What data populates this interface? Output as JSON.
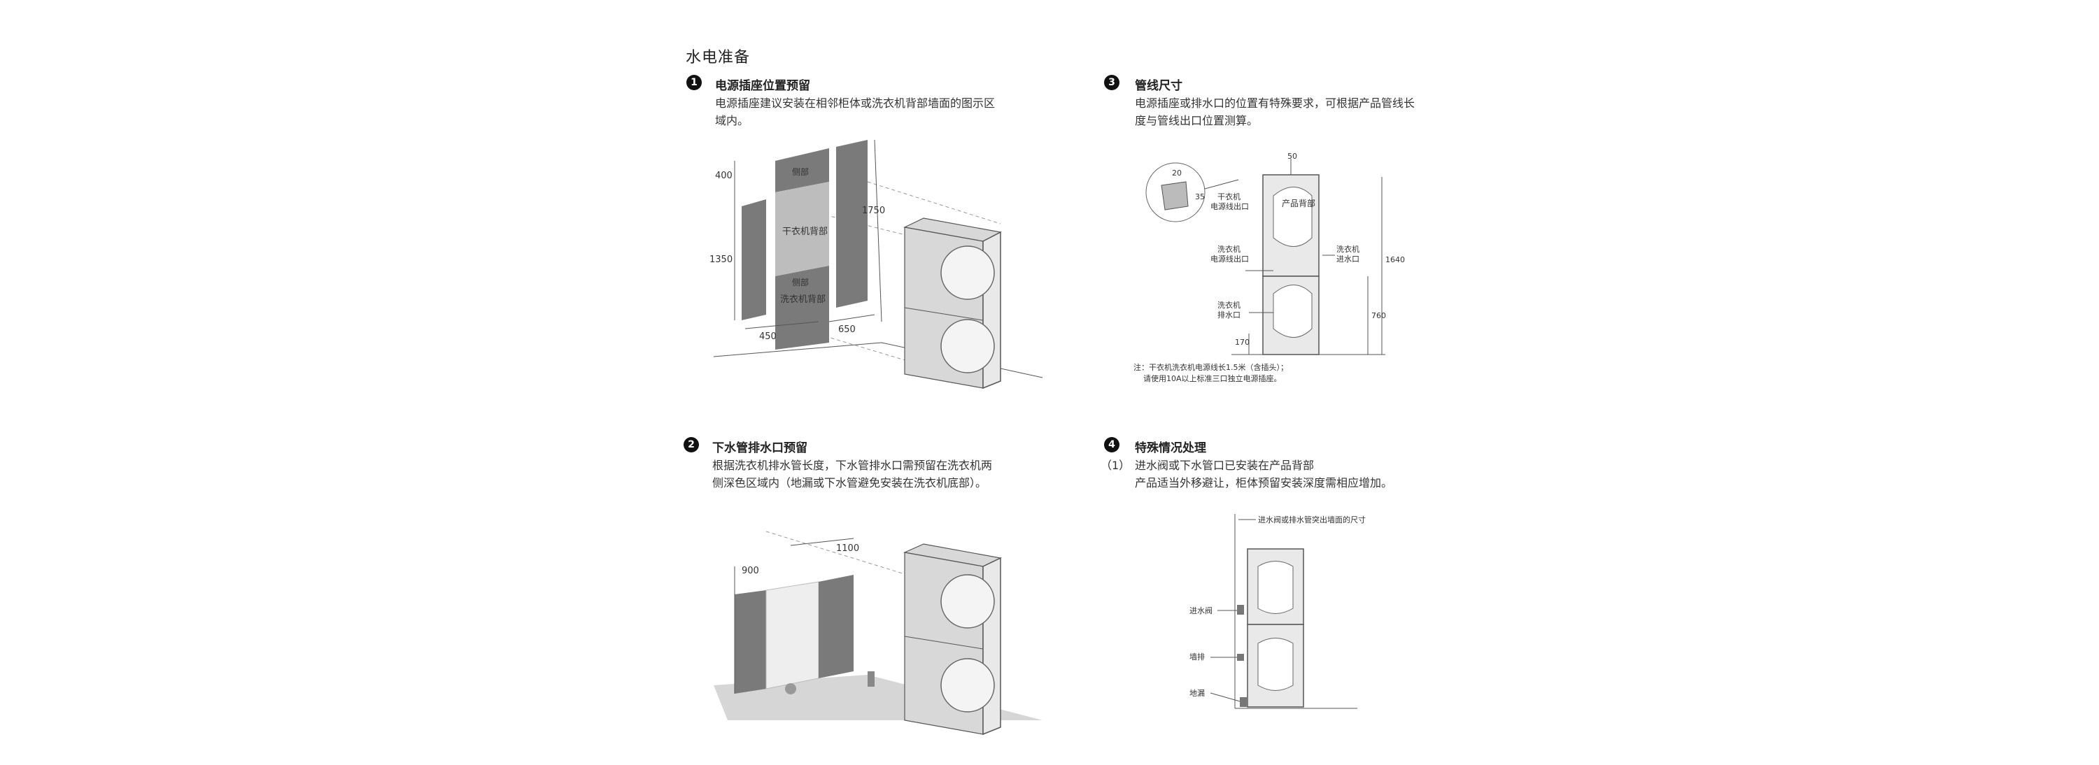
{
  "page_title": "水电准备",
  "sections": [
    {
      "num": "1",
      "title": "电源插座位置预留",
      "lines": [
        "电源插座建议安装在相邻柜体或洗衣机背部墙面的图示区",
        "域内。"
      ],
      "figure": {
        "dims": [
          "400",
          "1350",
          "450",
          "650",
          "1750"
        ],
        "labels": [
          "侧部",
          "干衣机背部",
          "侧部",
          "洗衣机背部"
        ]
      }
    },
    {
      "num": "2",
      "title": "下水管排水口预留",
      "lines": [
        "根据洗衣机排水管长度，下水管排水口需预留在洗衣机两",
        "侧深色区域内（地漏或下水管避免安装在洗衣机底部）。"
      ],
      "figure": {
        "dims": [
          "900",
          "1100"
        ]
      }
    },
    {
      "num": "3",
      "title": "管线尺寸",
      "lines": [
        "电源插座或排水口的位置有特殊要求，可根据产品管线长",
        "度与管线出口位置测算。"
      ],
      "figure": {
        "dims": [
          "50",
          "20",
          "35",
          "1640",
          "760",
          "170"
        ],
        "labels": [
          "干衣机",
          "电源线出口",
          "产品背部",
          "洗衣机",
          "电源线出口",
          "洗衣机",
          "进水口",
          "洗衣机",
          "排水口"
        ],
        "note": [
          "注：干衣机洗衣机电源线长1.5米（含插头）；",
          "请使用10A以上标准三口独立电源插座。"
        ]
      }
    },
    {
      "num": "4",
      "title": "特殊情况处理",
      "item_num": "（1）",
      "lines": [
        "进水阀或下水管口已安装在产品背部",
        "产品适当外移避让，柜体预留安装深度需相应增加。"
      ],
      "figure": {
        "labels": [
          "进水阀或排水管突出墙面的尺寸",
          "进水阀",
          "墙排",
          "地漏"
        ]
      }
    }
  ]
}
